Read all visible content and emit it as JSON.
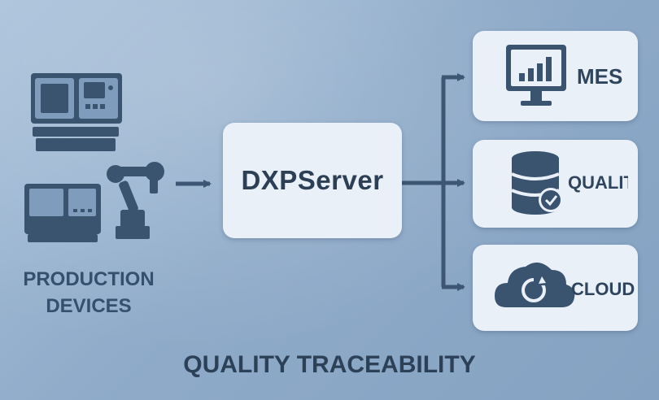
{
  "diagram": {
    "source": {
      "label_line1": "PRODUCTION",
      "label_line2": "DEVICES",
      "icons": [
        "cnc-machine-icon",
        "robot-arm-icon",
        "machine-console-icon"
      ]
    },
    "center": {
      "label": "DXPServer"
    },
    "targets": [
      {
        "id": "mes",
        "label": "MES",
        "icon": "monitor-chart-icon"
      },
      {
        "id": "quality",
        "label": "QUALIT",
        "icon": "database-check-icon"
      },
      {
        "id": "cloud",
        "label": "CLOUD",
        "icon": "cloud-sync-icon"
      }
    ],
    "footer": "QUALITY TRACEABILITY",
    "colors": {
      "background": "#8fabc9",
      "box": "#eaf0f7",
      "ink": "#3a5470",
      "text": "#2f455e"
    }
  }
}
